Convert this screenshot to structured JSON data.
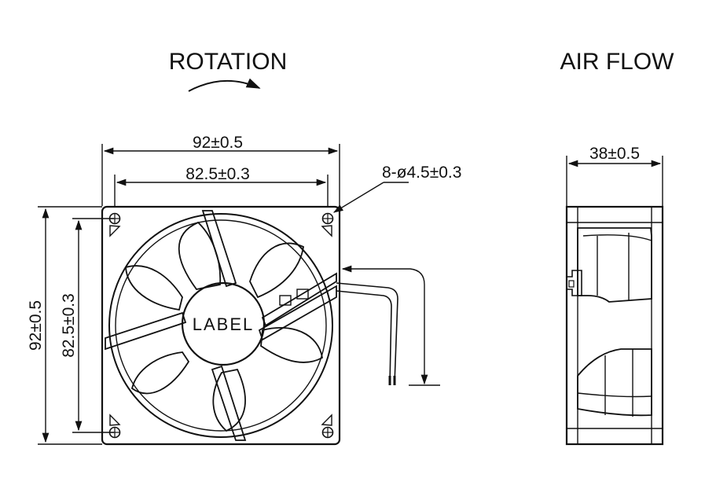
{
  "headings": {
    "rotation": "ROTATION",
    "air_flow": "AIR FLOW"
  },
  "front_view": {
    "overall_width": "92±0.5",
    "hole_pitch_width": "82.5±0.3",
    "mounting_holes": "8-ø4.5±0.3",
    "overall_height": "92±0.5",
    "hole_pitch_height": "82.5±0.3",
    "hub_label": "LABEL"
  },
  "side_view": {
    "depth": "38±0.5"
  },
  "colors": {
    "ink": "#111111",
    "background": "#ffffff"
  }
}
